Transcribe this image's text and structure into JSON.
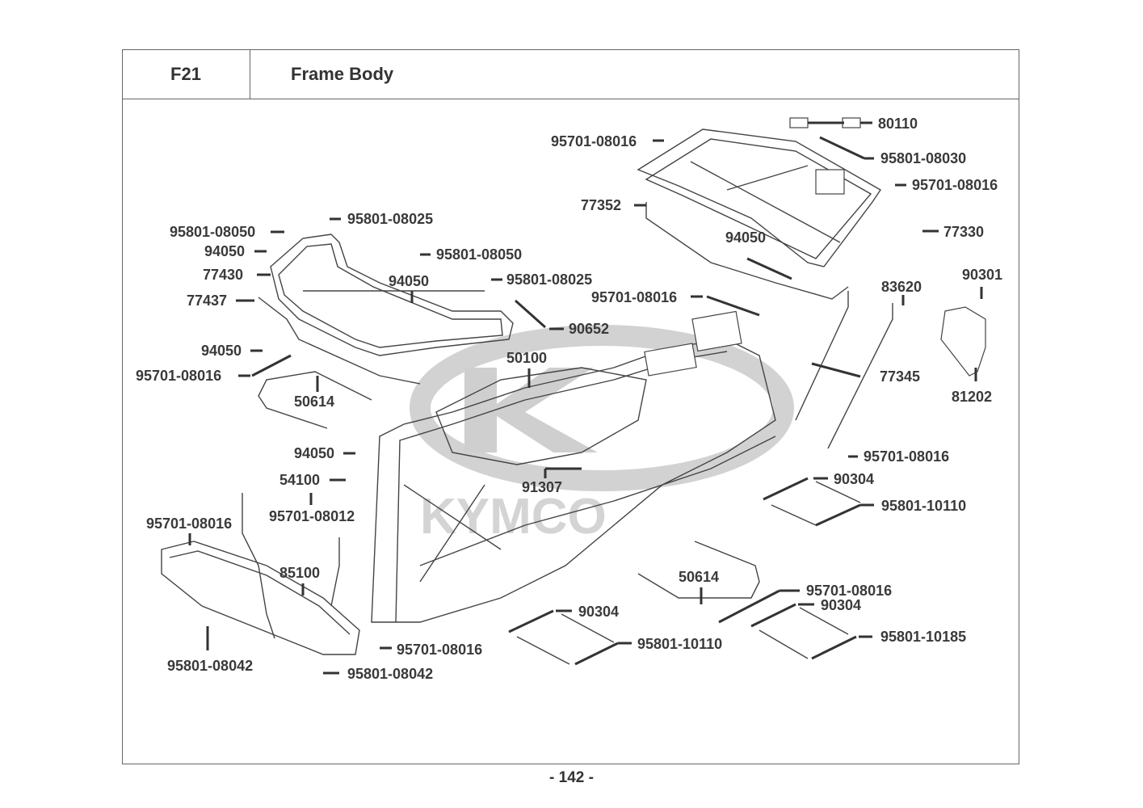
{
  "header": {
    "code": "F21",
    "title": "Frame Body"
  },
  "watermark": {
    "brand": "KYMCO",
    "logo": "kymco-logo-icon"
  },
  "callouts": [
    {
      "id": "80110",
      "label": "80110"
    },
    {
      "id": "95701-08016-a",
      "label": "95701-08016"
    },
    {
      "id": "95801-08030",
      "label": "95801-08030"
    },
    {
      "id": "95701-08016-b",
      "label": "95701-08016"
    },
    {
      "id": "77352",
      "label": "77352"
    },
    {
      "id": "77330",
      "label": "77330"
    },
    {
      "id": "94050-a",
      "label": "94050"
    },
    {
      "id": "95801-08050-a",
      "label": "95801-08050"
    },
    {
      "id": "95801-08025-a",
      "label": "95801-08025"
    },
    {
      "id": "94050-b",
      "label": "94050"
    },
    {
      "id": "77430",
      "label": "77430"
    },
    {
      "id": "95801-08050-b",
      "label": "95801-08050"
    },
    {
      "id": "94050-c",
      "label": "94050"
    },
    {
      "id": "95801-08025-b",
      "label": "95801-08025"
    },
    {
      "id": "77437",
      "label": "77437"
    },
    {
      "id": "95701-08016-c",
      "label": "95701-08016"
    },
    {
      "id": "90652",
      "label": "90652"
    },
    {
      "id": "83620",
      "label": "83620"
    },
    {
      "id": "90301",
      "label": "90301"
    },
    {
      "id": "94050-d",
      "label": "94050"
    },
    {
      "id": "50100",
      "label": "50100"
    },
    {
      "id": "95701-08016-d",
      "label": "95701-08016"
    },
    {
      "id": "77345",
      "label": "77345"
    },
    {
      "id": "81202",
      "label": "81202"
    },
    {
      "id": "50614-a",
      "label": "50614"
    },
    {
      "id": "94050-e",
      "label": "94050"
    },
    {
      "id": "95701-08016-e",
      "label": "95701-08016"
    },
    {
      "id": "54100",
      "label": "54100"
    },
    {
      "id": "90304-a",
      "label": "90304"
    },
    {
      "id": "91307",
      "label": "91307"
    },
    {
      "id": "95701-08012",
      "label": "95701-08012"
    },
    {
      "id": "95801-10110-a",
      "label": "95801-10110"
    },
    {
      "id": "95701-08016-f",
      "label": "95701-08016"
    },
    {
      "id": "85100",
      "label": "85100"
    },
    {
      "id": "50614-b",
      "label": "50614"
    },
    {
      "id": "95701-08016-g",
      "label": "95701-08016"
    },
    {
      "id": "90304-b",
      "label": "90304"
    },
    {
      "id": "90304-c",
      "label": "90304"
    },
    {
      "id": "95801-10185",
      "label": "95801-10185"
    },
    {
      "id": "95801-10110-b",
      "label": "95801-10110"
    },
    {
      "id": "95701-08016-h",
      "label": "95701-08016"
    },
    {
      "id": "95801-08042-a",
      "label": "95801-08042"
    },
    {
      "id": "95801-08042-b",
      "label": "95801-08042"
    }
  ],
  "footer": {
    "page": "- 142 -"
  }
}
